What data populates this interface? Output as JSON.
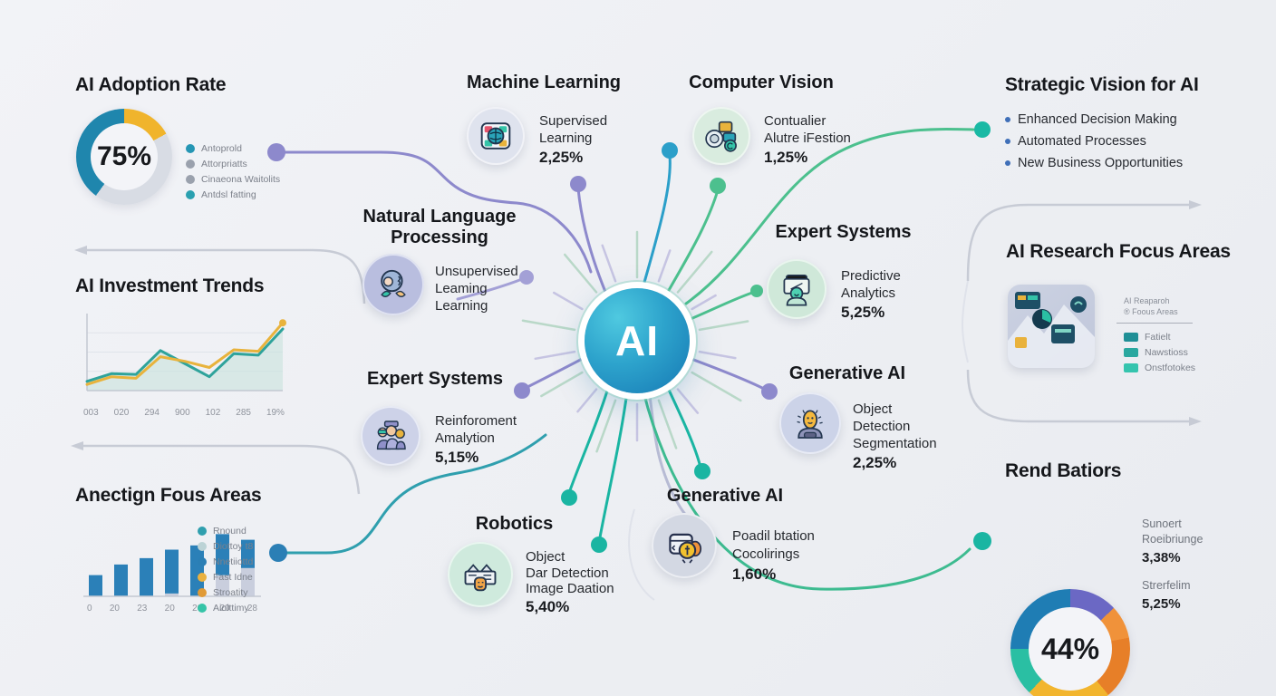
{
  "center_node": {
    "label": "AI"
  },
  "panels": {
    "adoption": {
      "title": "AI Adoption Rate",
      "center_label": "75%",
      "legend": [
        {
          "label": "Antoprold",
          "color": "#2596b4"
        },
        {
          "label": "Attorpriatts",
          "color": "#9aa1ad"
        },
        {
          "label": "Cinaeona Waitolits",
          "color": "#9aa1ad"
        },
        {
          "label": "Antdsl fatting",
          "color": "#2aa0b0"
        }
      ]
    },
    "investment": {
      "title": "AI Investment Trends"
    },
    "focus_bars": {
      "title": "Anectign Fous Areas",
      "legend": [
        {
          "label": "Rnound",
          "color": "#2f9fae"
        },
        {
          "label": "Diottoy t8",
          "color": "#bcd3d6"
        },
        {
          "label": "Nnetiiottd",
          "color": "#2b7fb5"
        },
        {
          "label": "Fast Idne",
          "color": "#eab13f"
        },
        {
          "label": "Stroatity",
          "color": "#e09a36"
        },
        {
          "label": "Aiolttimy",
          "color": "#35c4a8"
        }
      ]
    },
    "strategic": {
      "title": "Strategic Vision for AI",
      "bullets": [
        "Enhanced Decision Making",
        "Automated Processes",
        "New Business Opportunities"
      ]
    },
    "research": {
      "title": "AI Research Focus Areas",
      "caption_line1": "AI Reaparoh",
      "caption_line2": "® Foous Areas",
      "legend": [
        {
          "label": "Fatielt",
          "color": "#1f8f96"
        },
        {
          "label": "Nawstioss",
          "color": "#2aa8a0"
        },
        {
          "label": "Onstfotokes",
          "color": "#35c4ae"
        }
      ]
    },
    "ratios": {
      "title": "Rend Batiors",
      "center_label": "44%",
      "label1_line1": "Sunoert",
      "label1_line2": "Roeibriunge",
      "value1": "3,38%",
      "label2_line1": "Strerfelim",
      "value2": "5,25%"
    }
  },
  "nodes": [
    {
      "title": "Machine Learning",
      "lines": [
        "Supervised",
        "Learning"
      ],
      "value": "2,25%"
    },
    {
      "title": "Computer Vision",
      "lines": [
        "Contualier",
        "Alutre iFestion"
      ],
      "value": "1,25%"
    },
    {
      "title": "Natural Language",
      "title2": "Processing",
      "lines": [
        "Unsupervised",
        "Leaming",
        "Learning"
      ]
    },
    {
      "title": "Expert Systems",
      "lines": [
        "Reinforoment",
        "Amalytion"
      ],
      "value": "5,15%"
    },
    {
      "title": "Expert Systems",
      "lines": [
        "Predictive",
        "Analytics"
      ],
      "value": "5,25%"
    },
    {
      "title": "Generative AI",
      "lines": [
        "Object",
        "Detection",
        "Segmentation"
      ],
      "value": "2,25%"
    },
    {
      "title": "Robotics",
      "lines": [
        "Object",
        "Dar Detection",
        "Image Daation"
      ],
      "value": "5,40%"
    },
    {
      "title": "Generative AI",
      "lines": [
        "Poadil btation",
        "Cocolirings"
      ],
      "value": "1,60%"
    }
  ],
  "chart_data": [
    {
      "id": "adoption_donut",
      "type": "pie",
      "title": "AI Adoption Rate",
      "center_label": "75%",
      "segments": [
        {
          "label": "segment-yellow",
          "value": 17,
          "color": "#f0b42c"
        },
        {
          "label": "segment-gray",
          "value": 43,
          "color": "#d8dce4"
        },
        {
          "label": "segment-teal",
          "value": 40,
          "color": "#1f86ad"
        }
      ]
    },
    {
      "id": "investment_line",
      "type": "line",
      "title": "AI Investment Trends",
      "x_ticks": [
        "003",
        "020",
        "294",
        "900",
        "102",
        "285",
        "19%"
      ],
      "ylim": [
        0,
        100
      ],
      "series": [
        {
          "name": "teal",
          "color": "#2fa39b",
          "values": [
            12,
            22,
            21,
            52,
            35,
            18,
            48,
            46,
            80
          ]
        },
        {
          "name": "gold",
          "color": "#e8b33c",
          "values": [
            8,
            18,
            16,
            44,
            38,
            30,
            53,
            51,
            88
          ]
        }
      ],
      "area_fill": "#c8e3dc"
    },
    {
      "id": "focus_bars",
      "type": "bar",
      "title": "Anectign Fous Areas",
      "x_ticks": [
        "0",
        "20",
        "23",
        "20",
        "20",
        "20",
        "28"
      ],
      "values": [
        30,
        45,
        54,
        66,
        72,
        88,
        80
      ],
      "base_values": [
        0,
        0,
        0,
        4,
        0,
        30,
        40
      ],
      "bar_color": "#2b80b8",
      "base_color": "#c9cedd",
      "ylim": [
        0,
        100
      ]
    },
    {
      "id": "ratios_donut",
      "type": "pie",
      "title": "Rend Batiors",
      "center_label": "44%",
      "segments": [
        {
          "label": "segment-purple",
          "value": 13,
          "color": "#6b68c4"
        },
        {
          "label": "segment-orange",
          "value": 9,
          "color": "#f0923a"
        },
        {
          "label": "segment-dark-orange",
          "value": 17,
          "color": "#e77f28"
        },
        {
          "label": "segment-yellow",
          "value": 23,
          "color": "#f2b52e"
        },
        {
          "label": "segment-teal",
          "value": 13,
          "color": "#2abfa3"
        },
        {
          "label": "segment-blue",
          "value": 25,
          "color": "#1f7db4"
        }
      ]
    }
  ]
}
